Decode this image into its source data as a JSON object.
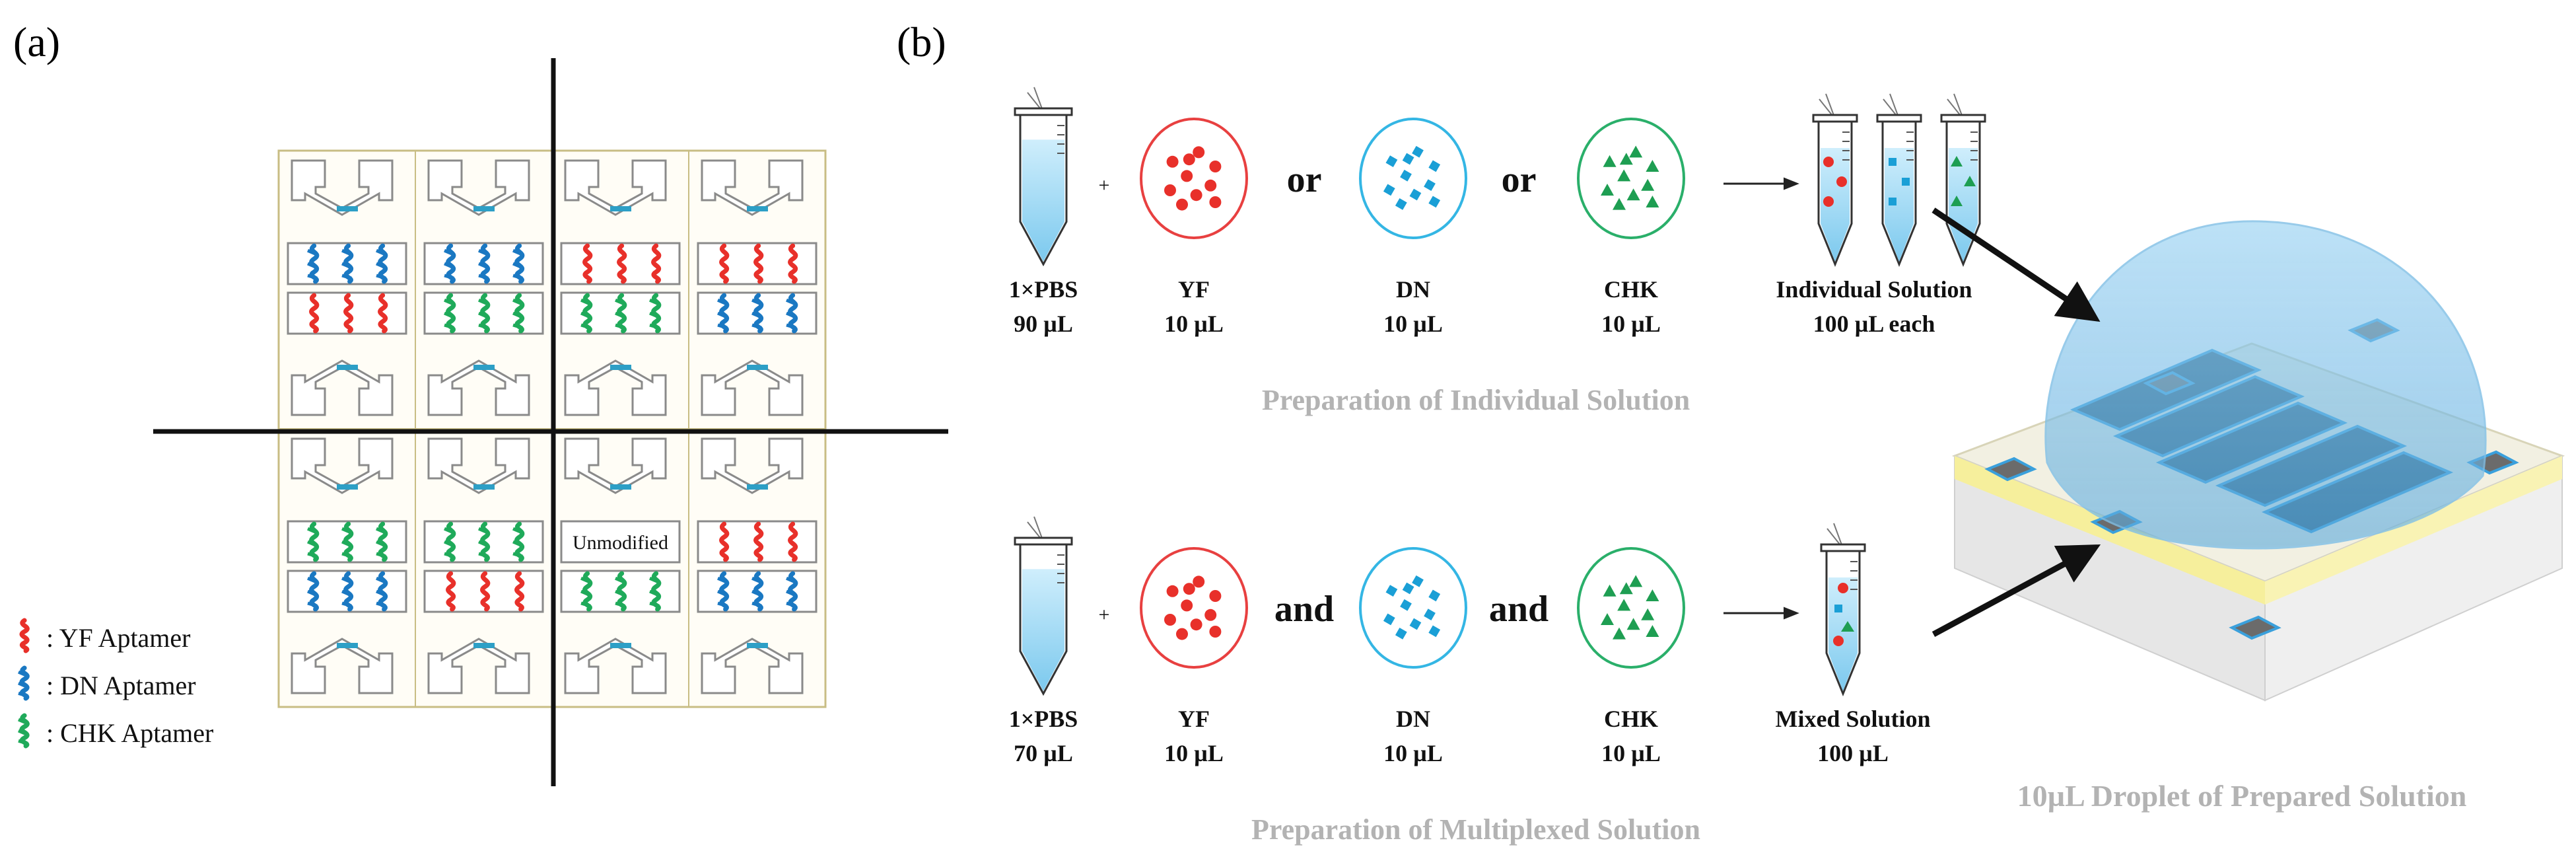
{
  "panel_a": {
    "label": "(a)",
    "unmodified_label": "Unmodified",
    "legend": [
      {
        "symbol": "yf-aptamer-icon",
        "label": ": YF Aptamer",
        "color": "#e8302a"
      },
      {
        "symbol": "dn-aptamer-icon",
        "label": ": DN Aptamer",
        "color": "#1a78c2"
      },
      {
        "symbol": "chk-aptamer-icon",
        "label": ": CHK Aptamer",
        "color": "#1faa5a"
      }
    ],
    "grid": [
      [
        "DN",
        "YF",
        "DN",
        "CHK",
        "YF",
        "CHK",
        "YF",
        "DN"
      ],
      [
        "CHK",
        "DN",
        "CHK",
        "YF",
        "none",
        "CHK",
        "YF",
        "DN"
      ]
    ]
  },
  "panel_b": {
    "label": "(b)",
    "individual": {
      "section_title": "Preparation of Individual Solution",
      "connector_1": "or",
      "connector_2": "or",
      "pbs_label": "1×PBS",
      "pbs_volume": "90 µL",
      "yf_label": "YF",
      "yf_volume": "10 µL",
      "dn_label": "DN",
      "dn_volume": "10 µL",
      "chk_label": "CHK",
      "chk_volume": "10 µL",
      "result_label": "Individual Solution",
      "result_volume": "100 µL each"
    },
    "multiplexed": {
      "section_title": "Preparation of Multiplexed Solution",
      "connector_1": "and",
      "connector_2": "and",
      "pbs_label": "1×PBS",
      "pbs_volume": "70 µL",
      "yf_label": "YF",
      "yf_volume": "10 µL",
      "dn_label": "DN",
      "dn_volume": "10 µL",
      "chk_label": "CHK",
      "chk_volume": "10 µL",
      "result_label": "Mixed Solution",
      "result_volume": "100 µL"
    },
    "plus": "+",
    "droplet_caption": "10µL Droplet of Prepared Solution"
  },
  "colors": {
    "yf": "#e8302a",
    "dn": "#1a9fd6",
    "chk": "#1e9e52",
    "tube_liquid": "#a9dcf5",
    "caption_gray": "#b3b3b3"
  }
}
